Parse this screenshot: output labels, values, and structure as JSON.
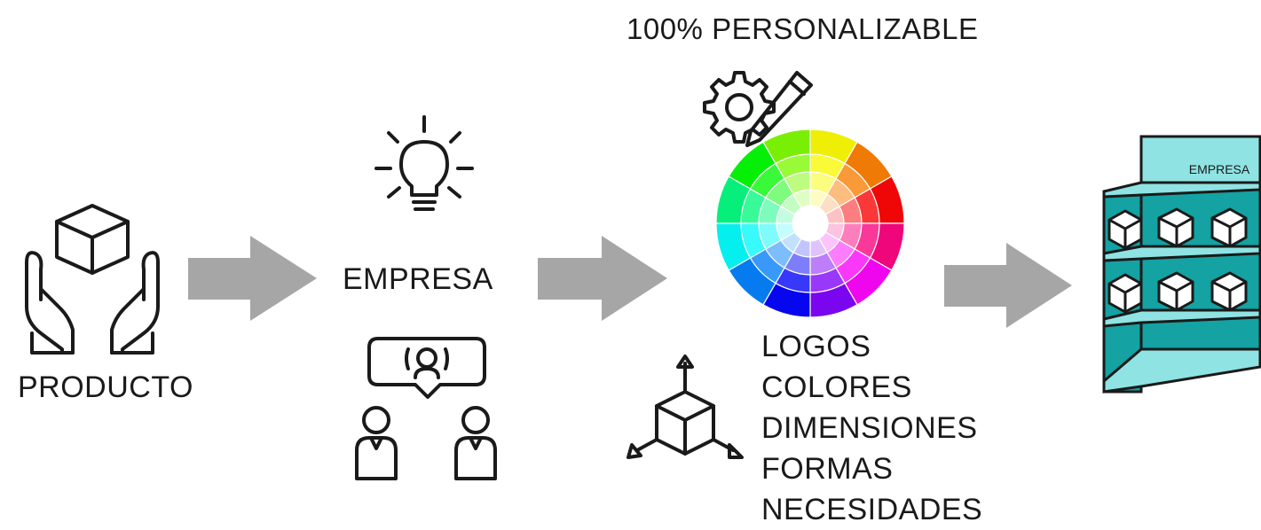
{
  "stages": {
    "product": {
      "label": "PRODUCTO",
      "icon": "hands-holding-box-icon"
    },
    "company": {
      "label": "EMPRESA",
      "icons": [
        "lightbulb-icon",
        "meeting-people-icon"
      ]
    },
    "custom": {
      "title": "100% PERSONALIZABLE",
      "icons": [
        "gear-pencil-icon",
        "color-wheel-icon",
        "cube-dimensions-icon"
      ],
      "features": [
        "LOGOS",
        "COLORES",
        "DIMENSIONES",
        "FORMAS",
        "NECESIDADES"
      ]
    },
    "display": {
      "sign": "EMPRESA",
      "icon": "display-shelf-icon",
      "color": "#15a7a7"
    }
  },
  "arrow_color": "#a6a6a6"
}
